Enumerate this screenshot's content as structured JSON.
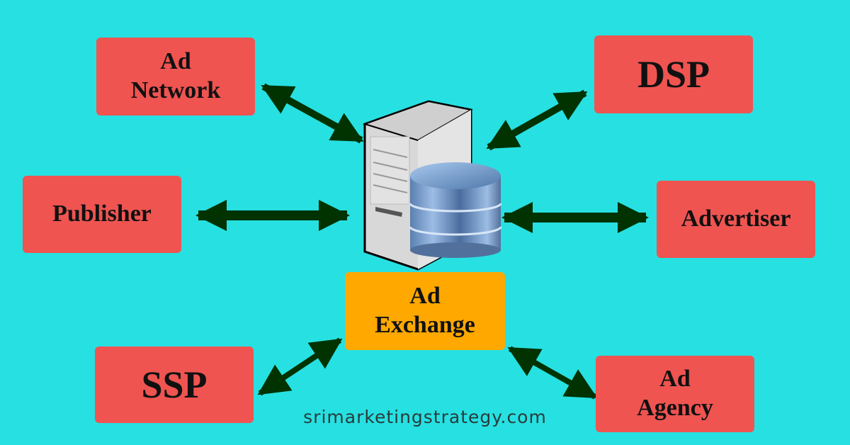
{
  "nodes": {
    "ad_network": "Ad\nNetwork",
    "dsp": "DSP",
    "publisher": "Publisher",
    "advertiser": "Advertiser",
    "ad_exchange": "Ad\nExchange",
    "ssp": "SSP",
    "ad_agency": "Ad\nAgency"
  },
  "center_icon": "server-database-icon",
  "footer": "srimarketingstrategy.com",
  "colors": {
    "background": "#27e0e2",
    "node": "#ef5451",
    "hub": "#ffa800",
    "arrow": "#003300"
  }
}
